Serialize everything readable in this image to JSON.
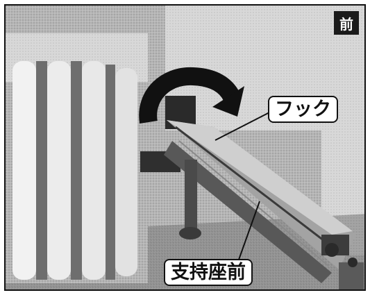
{
  "corner_tag": "前",
  "callouts": {
    "hook": "フック",
    "support_front": "支持座前"
  },
  "arrow_direction": "clockwise",
  "colors": {
    "frame": "#111111",
    "tag_bg": "#1a1a1a",
    "tag_text": "#ffffff",
    "callout_bg": "#ffffff"
  }
}
